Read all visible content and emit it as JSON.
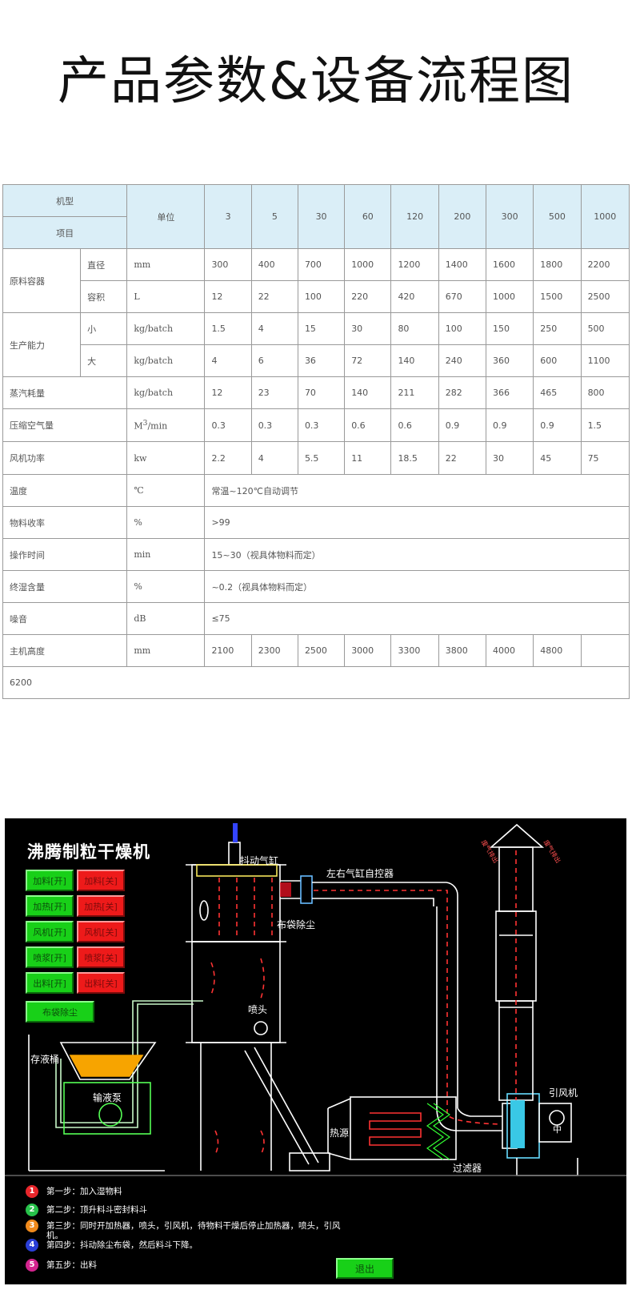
{
  "page_title": "产品参数&设备流程图",
  "spec_table": {
    "header": {
      "model": "机型",
      "item": "项目",
      "unit": "单位",
      "models": [
        "3",
        "5",
        "30",
        "60",
        "120",
        "200",
        "300",
        "500",
        "1000"
      ]
    },
    "groups": [
      {
        "name": "原料容器",
        "rows": [
          {
            "sub": "直径",
            "unit": "mm",
            "values": [
              "300",
              "400",
              "700",
              "1000",
              "1200",
              "1400",
              "1600",
              "1800",
              "2200"
            ]
          },
          {
            "sub": "容积",
            "unit": "L",
            "values": [
              "12",
              "22",
              "100",
              "220",
              "420",
              "670",
              "1000",
              "1500",
              "2500"
            ]
          }
        ]
      },
      {
        "name": "生产能力",
        "rows": [
          {
            "sub": "小",
            "unit": "kg/batch",
            "values": [
              "1.5",
              "4",
              "15",
              "30",
              "80",
              "100",
              "150",
              "250",
              "500"
            ]
          },
          {
            "sub": "大",
            "unit": "kg/batch",
            "values": [
              "4",
              "6",
              "36",
              "72",
              "140",
              "240",
              "360",
              "600",
              "1100"
            ]
          }
        ]
      }
    ],
    "rows": [
      {
        "name": "蒸汽耗量",
        "unit": "kg/batch",
        "values": [
          "12",
          "23",
          "70",
          "140",
          "211",
          "282",
          "366",
          "465",
          "800"
        ]
      },
      {
        "name": "压缩空气量",
        "unit_base": "M",
        "unit_sup": "3",
        "unit_tail": "/min",
        "values": [
          "0.3",
          "0.3",
          "0.3",
          "0.6",
          "0.6",
          "0.9",
          "0.9",
          "0.9",
          "1.5"
        ]
      },
      {
        "name": "风机功率",
        "unit": "kw",
        "values": [
          "2.2",
          "4",
          "5.5",
          "11",
          "18.5",
          "22",
          "30",
          "45",
          "75"
        ]
      }
    ],
    "span_rows": [
      {
        "name": "温度",
        "unit": "℃",
        "text": "常温~120℃自动调节"
      },
      {
        "name": "物料收率",
        "unit": "%",
        "text": ">99"
      },
      {
        "name": "操作时间",
        "unit": "min",
        "text": "15~30（视具体物料而定）"
      },
      {
        "name": "终湿含量",
        "unit": "%",
        "text": "~0.2（视具体物料而定）"
      },
      {
        "name": "噪音",
        "unit": "dB",
        "text": "≤75"
      }
    ],
    "height_row": {
      "name": "主机高度",
      "unit": "mm",
      "values": [
        "2100",
        "2300",
        "2500",
        "3000",
        "3300",
        "3800",
        "4000",
        "4800",
        ""
      ]
    },
    "overflow_value": "6200"
  },
  "hmi": {
    "title": "沸腾制粒干燥机",
    "buttons": [
      {
        "on": "加料[开]",
        "off": "加料[关]"
      },
      {
        "on": "加热[开]",
        "off": "加热[关]"
      },
      {
        "on": "风机[开]",
        "off": "风机[关]"
      },
      {
        "on": "喷浆[开]",
        "off": "喷浆[关]"
      },
      {
        "on": "出料[开]",
        "off": "出料[关]"
      }
    ],
    "dust_button": "布袋除尘",
    "labels": {
      "shake_cylinder": "抖动气缸",
      "lr_cylinder": "左右气缸自控器",
      "bag_dust": "布袋除尘",
      "nozzle": "喷头",
      "tank": "存液桶",
      "pump": "输液泵",
      "heat_source": "热源",
      "filter": "过滤器",
      "fan": "引风机",
      "fan_mark": "中",
      "chimney_left": "废气排出",
      "chimney_right": "废气排出"
    },
    "steps": [
      {
        "num": "1",
        "color": "#e8262b",
        "text": "第一步：加入湿物料"
      },
      {
        "num": "2",
        "color": "#27c24a",
        "text": "第二步：顶升料斗密封料斗"
      },
      {
        "num": "3",
        "color": "#f08a1c",
        "text": "第三步：同时开加热器，喷头，引风机，待物料干燥后停止加热器，喷头，引风机。"
      },
      {
        "num": "4",
        "color": "#2a3fd6",
        "text": "第四步：抖动除尘布袋，然后料斗下降。"
      },
      {
        "num": "5",
        "color": "#d3248e",
        "text": "第五步：出料"
      }
    ],
    "exit_button": "退出"
  }
}
